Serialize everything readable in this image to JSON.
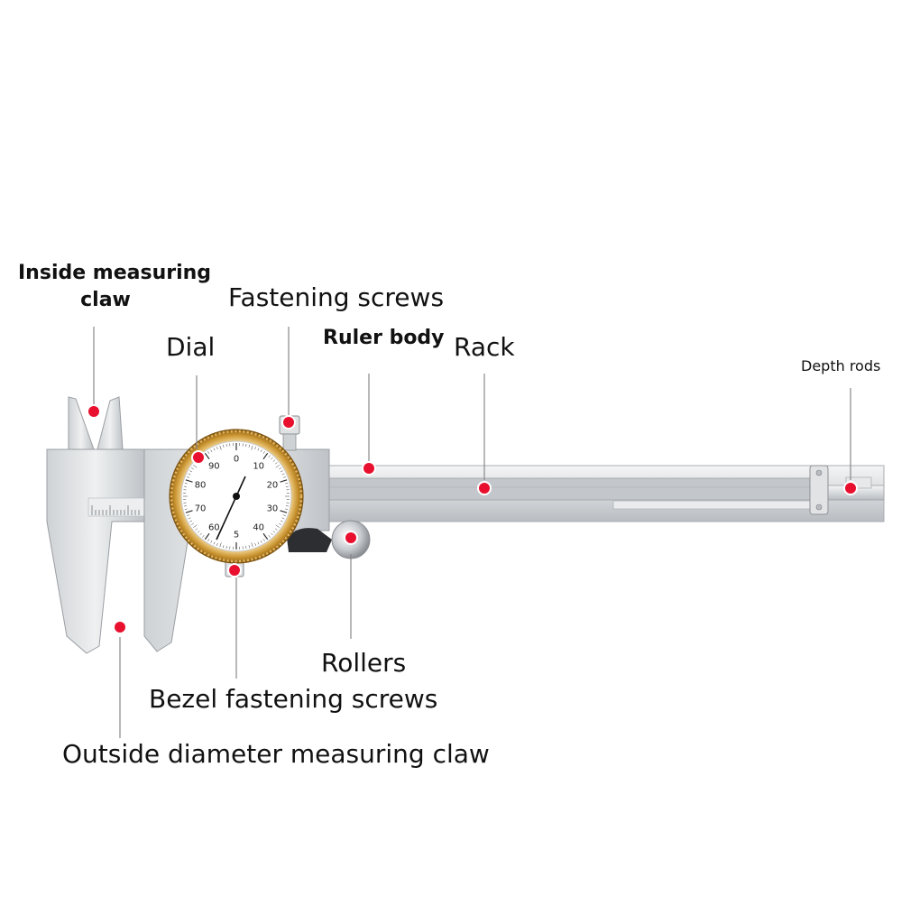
{
  "labels": {
    "inside_claw_line1": "Inside measuring",
    "inside_claw_line2": "claw",
    "fastening_screws": "Fastening screws",
    "dial": "Dial",
    "ruler_body": "Ruler body",
    "rack": "Rack",
    "depth_rods": "Depth rods",
    "rollers": "Rollers",
    "bezel_fastening_screws": "Bezel fastening screws",
    "outside_claw": "Outside diameter measuring claw"
  },
  "dial": {
    "scale_numbers": [
      "0",
      "10",
      "20",
      "30",
      "40",
      "5",
      "60",
      "70",
      "80",
      "90"
    ]
  },
  "colors": {
    "marker": "#e8102e",
    "bezel": "#c8922e",
    "steel": "#d9dcdf"
  }
}
